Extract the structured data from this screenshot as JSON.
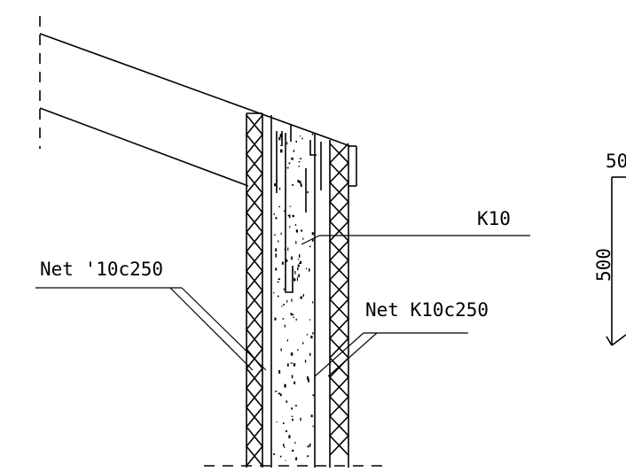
{
  "labels": {
    "k10": "K10",
    "net_left": "Net '10c250",
    "net_right": "Net K10c250",
    "dim_vertical": "500",
    "dim_top_partial": "50"
  }
}
